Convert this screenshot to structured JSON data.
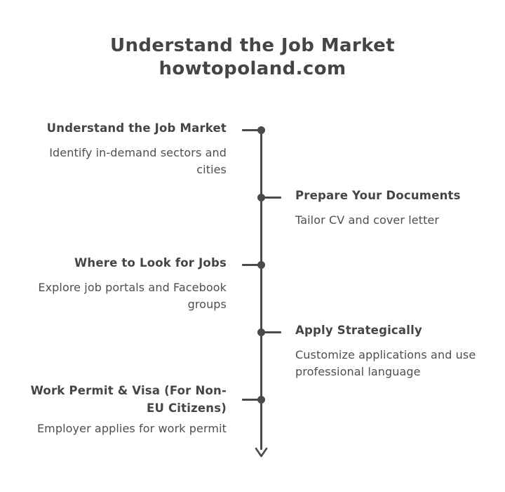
{
  "background_color": "#ffffff",
  "accent_color": "#4a4a4a",
  "heading_color": "#454545",
  "body_color": "#4e4e4e",
  "title": {
    "line1": "Understand the Job Market",
    "line2": "howtopoland.com"
  },
  "timeline": {
    "marker_icon": "timeline-dot-icon",
    "end_icon": "arrow-down-icon",
    "steps": [
      {
        "side": "left",
        "heading": "Understand the Job Market",
        "description": "Identify in-demand sectors and cities"
      },
      {
        "side": "right",
        "heading": "Prepare Your Documents",
        "description": "Tailor CV and cover letter"
      },
      {
        "side": "left",
        "heading": "Where to Look for Jobs",
        "description": "Explore job portals and Facebook groups"
      },
      {
        "side": "right",
        "heading": "Apply Strategically",
        "description": "Customize applications and use professional language"
      },
      {
        "side": "left",
        "heading": "Work Permit & Visa (For Non-EU Citizens)",
        "description": "Employer applies for work permit"
      }
    ]
  }
}
